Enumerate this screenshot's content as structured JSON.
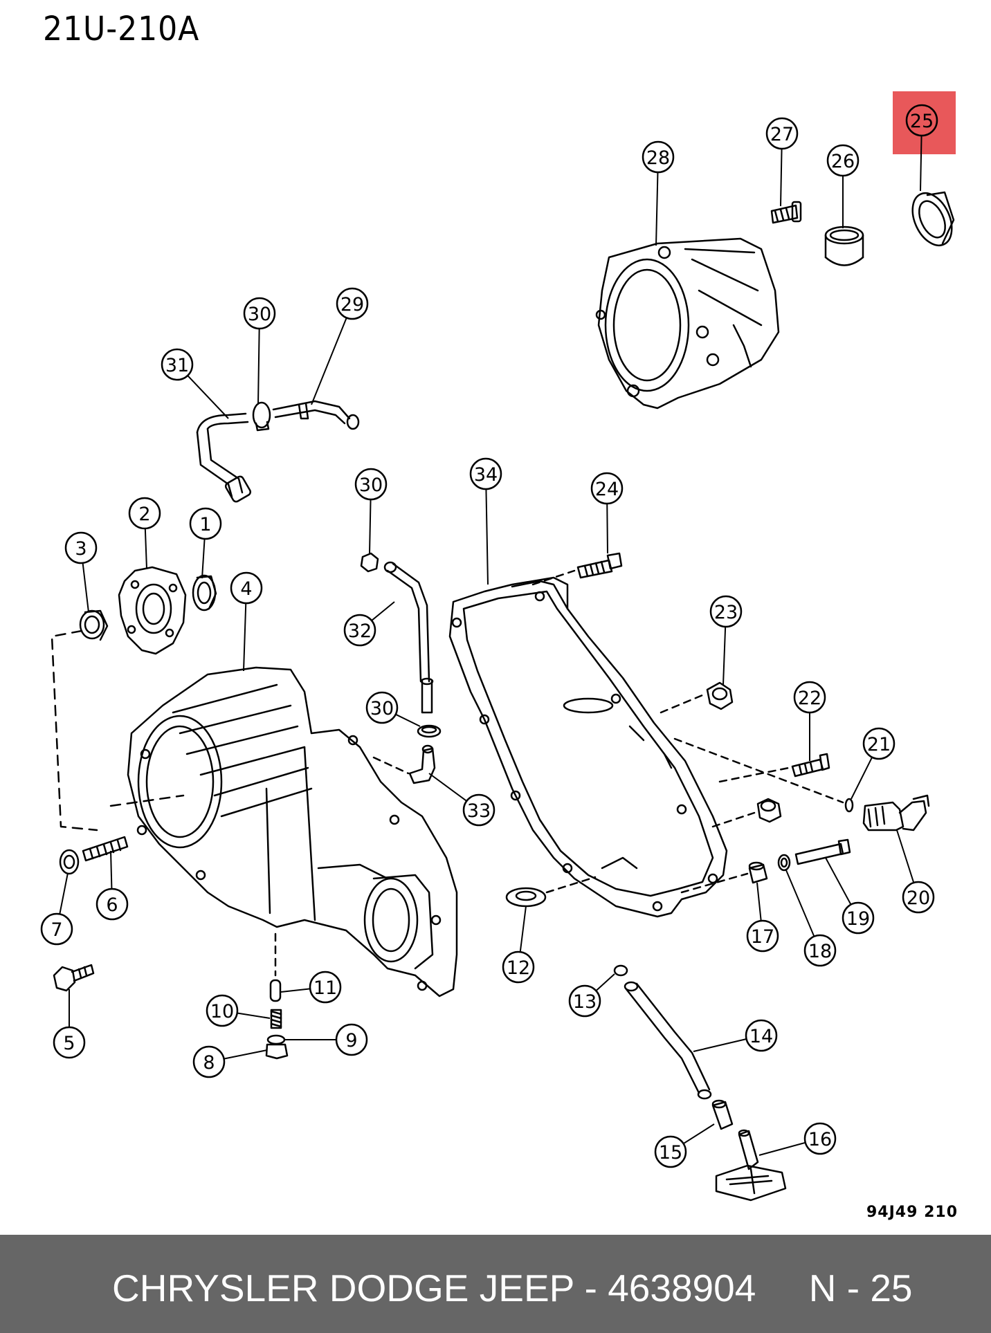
{
  "diagram": {
    "title": "21U-210A",
    "figure_code": "94J49  210",
    "highlight_color": "#e8585a",
    "highlighted_part": "25",
    "callouts": [
      {
        "label": "1"
      },
      {
        "label": "2"
      },
      {
        "label": "3"
      },
      {
        "label": "4"
      },
      {
        "label": "5"
      },
      {
        "label": "6"
      },
      {
        "label": "7"
      },
      {
        "label": "8"
      },
      {
        "label": "9"
      },
      {
        "label": "10"
      },
      {
        "label": "11"
      },
      {
        "label": "12"
      },
      {
        "label": "13"
      },
      {
        "label": "14"
      },
      {
        "label": "15"
      },
      {
        "label": "16"
      },
      {
        "label": "17"
      },
      {
        "label": "18"
      },
      {
        "label": "19"
      },
      {
        "label": "20"
      },
      {
        "label": "21"
      },
      {
        "label": "22"
      },
      {
        "label": "23"
      },
      {
        "label": "24"
      },
      {
        "label": "25"
      },
      {
        "label": "26"
      },
      {
        "label": "27"
      },
      {
        "label": "28"
      },
      {
        "label": "29"
      },
      {
        "label": "30"
      },
      {
        "label": "31"
      },
      {
        "label": "32"
      },
      {
        "label": "30"
      },
      {
        "label": "34"
      },
      {
        "label": "30"
      },
      {
        "label": "33"
      }
    ]
  },
  "footer": {
    "text": "CHRYSLER DODGE JEEP - 4638904     N - 25",
    "background": "#666666"
  }
}
